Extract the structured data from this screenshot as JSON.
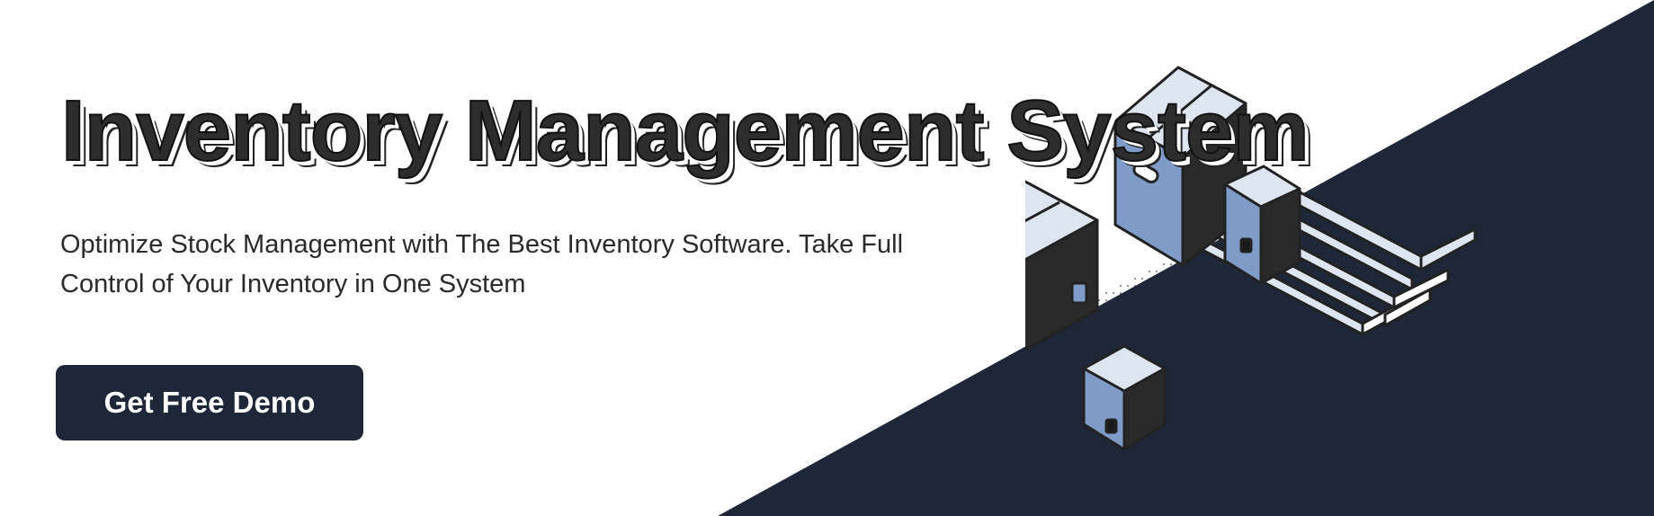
{
  "hero": {
    "title": "Inventory Management System",
    "subtitle": "Optimize Stock Management with The Best Inventory Software. Take Full Control of Your Inventory in One System",
    "cta_label": "Get Free Demo"
  },
  "colors": {
    "background": "#ffffff",
    "dark_navy": "#1e2738",
    "box_blue": "#7f9cc9",
    "box_light": "#dde5f1",
    "outline": "#222222"
  },
  "icons": [
    "boxes-pallet-illustration"
  ]
}
